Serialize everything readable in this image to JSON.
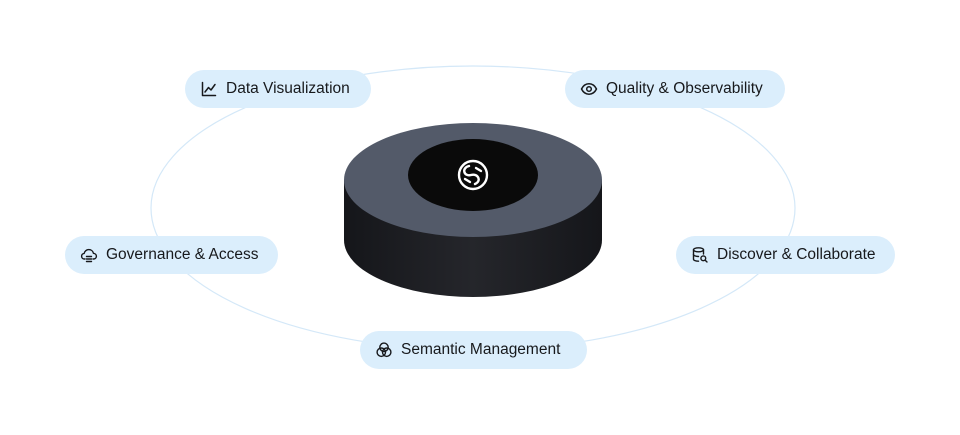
{
  "nodes": [
    {
      "id": "data-visualization",
      "label": "Data Visualization",
      "icon": "line-chart-icon"
    },
    {
      "id": "quality-observability",
      "label": "Quality & Observability",
      "icon": "eye-icon"
    },
    {
      "id": "governance-access",
      "label": "Governance & Access",
      "icon": "cloud-shield-icon"
    },
    {
      "id": "discover-collaborate",
      "label": "Discover & Collaborate",
      "icon": "database-search-icon"
    },
    {
      "id": "semantic-management",
      "label": "Semantic Management",
      "icon": "venn-circles-icon"
    }
  ],
  "hub": {
    "logo_icon": "brand-logo-icon"
  },
  "colors": {
    "pill_background": "#dbeefc",
    "orbit_stroke": "#d4e8f8",
    "hub_top": "#535a69",
    "hub_side": "#1c1d21",
    "logo_disc": "#0a0a0a",
    "text": "#17191c"
  }
}
